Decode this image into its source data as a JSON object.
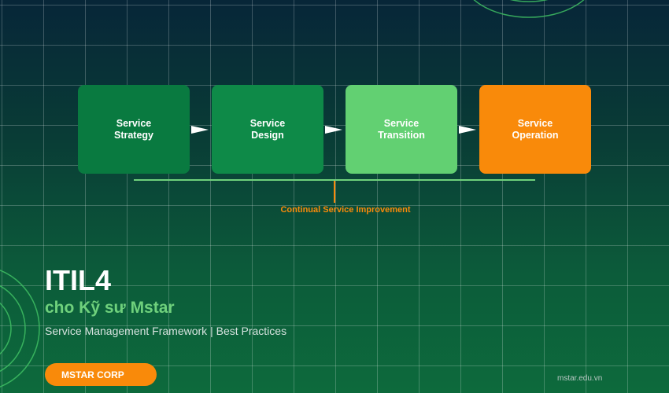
{
  "colors": {
    "accent_orange": "#f98a0a",
    "accent_green": "#6fd17c",
    "box_strategy": "#097a40",
    "box_design": "#0e8a48",
    "box_transition": "#62d072",
    "box_operation": "#f98a0a"
  },
  "flow": {
    "steps": [
      {
        "label": "Service\nStrategy"
      },
      {
        "label": "Service\nDesign"
      },
      {
        "label": "Service\nTransition"
      },
      {
        "label": "Service\nOperation"
      }
    ],
    "cycle_label": "Continual Service Improvement"
  },
  "hero": {
    "title": "ITIL4",
    "subtitle": "cho Kỹ sư Mstar",
    "tagline": "Service Management Framework | Best Practices"
  },
  "badge": {
    "label": "MSTAR CORP"
  },
  "footer": {
    "site": "mstar.edu.vn"
  }
}
